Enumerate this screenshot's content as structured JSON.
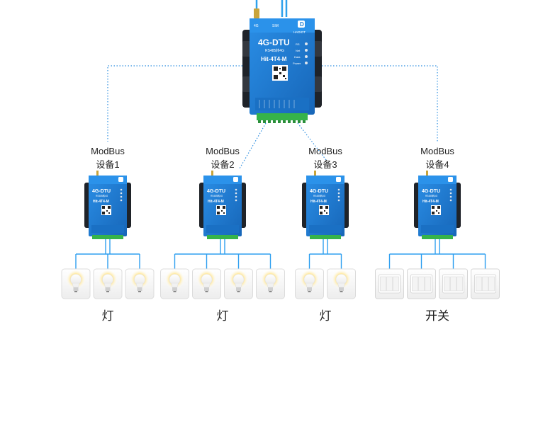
{
  "colors": {
    "device_blue": "#1e7fd4",
    "device_frame": "#1f2329",
    "connector_green": "#36b34a",
    "dotted_link": "#2f8fe0",
    "bus_line": "#2f9ff0",
    "antenna": "#2ea1ec"
  },
  "main_device": {
    "model": "4G-DTU",
    "subtitle": "RS485转4G",
    "part_no": "Hit-4T4-M",
    "brand": "HADIOT",
    "indicators": [
      "RS",
      "Net",
      "Data",
      "Power"
    ],
    "top_left_tag": "4G",
    "top_mid_tag": "SIM"
  },
  "nodes": [
    {
      "protocol": "ModBus",
      "name": "设备1",
      "model": "4G-DTU",
      "subtitle": "RS485转4G",
      "part_no": "Hit-4T4-M",
      "load_icon": "light-bulb-icon",
      "load_count": 3,
      "group_label": "灯"
    },
    {
      "protocol": "ModBus",
      "name": "设备2",
      "model": "4G-DTU",
      "subtitle": "RS485转4G",
      "part_no": "Hit-4T4-M",
      "load_icon": "light-bulb-icon",
      "load_count": 4,
      "group_label": "灯"
    },
    {
      "protocol": "ModBus",
      "name": "设备3",
      "model": "4G-DTU",
      "subtitle": "RS485转4G",
      "part_no": "Hit-4T4-M",
      "load_icon": "light-bulb-icon",
      "load_count": 2,
      "group_label": "灯"
    },
    {
      "protocol": "ModBus",
      "name": "设备4",
      "model": "4G-DTU",
      "subtitle": "RS485转4G",
      "part_no": "Hit-4T4-M",
      "load_icon": "wall-switch-icon",
      "load_count": 4,
      "group_label": "开关"
    }
  ]
}
